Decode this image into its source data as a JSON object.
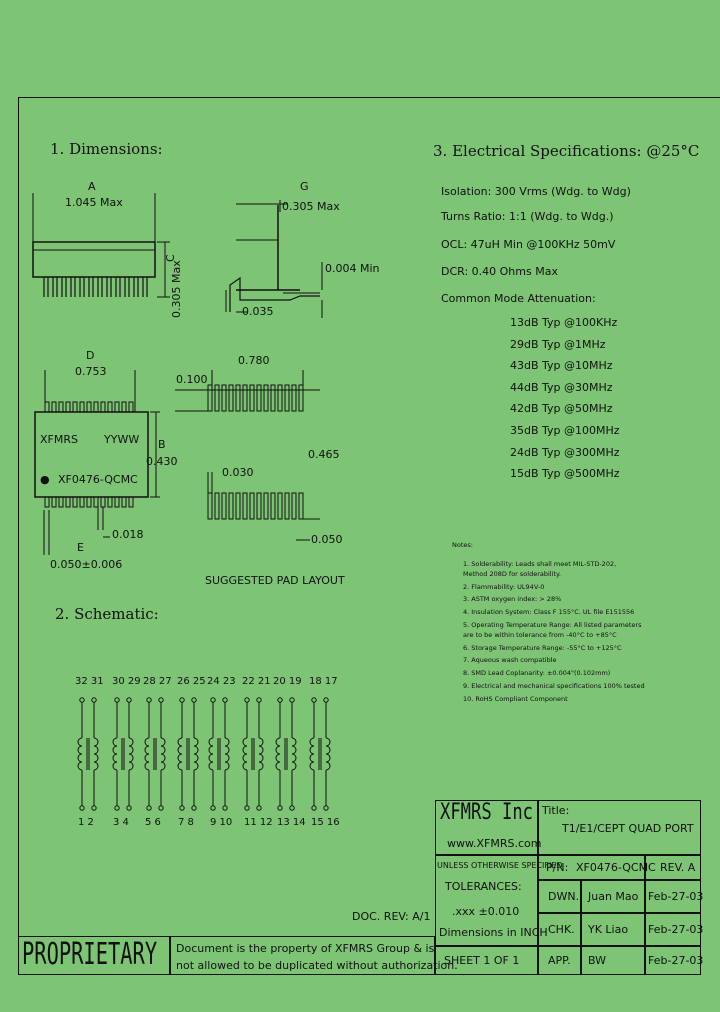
{
  "sections": {
    "dimensions": "1.  Dimensions:",
    "electrical": "3.  Electrical    Specifications: @25°C",
    "schematic": "2.  Schematic:"
  },
  "dims": {
    "A": "A",
    "A_val": "1.045 Max",
    "G": "G",
    "G_val": "0.305 Max",
    "C": "C",
    "C_val": "0.305 Max",
    "min_val": "0.004 Min",
    "lead_val": "0.035",
    "D": "D",
    "D_val": "0.753",
    "B": "B",
    "B_val": "0.430",
    "F_val": "0.018",
    "E": "E",
    "E_val": "0.050±0.006",
    "mark_left": "XFMRS",
    "mark_right": "YYWW",
    "part_mark": "XF0476-QCMC",
    "pad_100": "0.100",
    "pad_780": "0.780",
    "pad_465": "0.465",
    "pad_030": "0.030",
    "pad_050": "0.050",
    "pad_layout": "SUGGESTED PAD LAYOUT"
  },
  "specs": {
    "isolation": "Isolation:  300 Vrms (Wdg. to Wdg)",
    "turns": "Turns Ratio: 1:1 (Wdg. to Wdg.)",
    "ocl": "OCL: 47uH Min @100KHz 50mV",
    "dcr": "DCR: 0.40 Ohms Max",
    "cma_title": "Common Mode Attenuation:",
    "cma": [
      "13dB Typ @100KHz",
      "29dB Typ @1MHz",
      "43dB Typ @10MHz",
      "44dB Typ @30MHz",
      "42dB Typ @50MHz",
      "35dB Typ @100MHz",
      "24dB Typ @300MHz",
      "15dB Typ @500MHz"
    ]
  },
  "notes": {
    "title": "Notes:",
    "items": [
      "1.  Solderability: Leads shall meet MIL-STD-202,",
      "     Method 208D for solderability.",
      "2.  Flammability: UL94V-0",
      "3.  ASTM oxygen index: > 28%",
      "4.  Insulation System: Class F 155°C. UL file E151556",
      "5.  Operating Temperature Range: All listed parameters",
      "     are to be within tolerance from -40°C to +85°C",
      "6.  Storage Temperature Range: -55°C to +125°C",
      "7.  Aqueous wash compatible",
      "8.  SMD Lead Coplanarity: ±0.004\"(0.102mm)",
      "9.  Electrical and mechanical specifications 100% tested",
      "10. RoHS Compliant Component"
    ]
  },
  "schematic": {
    "top_pins": [
      "32 31",
      "30 29",
      "28 27",
      "26 25",
      "24 23",
      "22 21",
      "20 19",
      "18 17"
    ],
    "bottom_pins": [
      "1  2",
      "3  4",
      "5  6",
      "7  8",
      "9  10",
      "11 12",
      "13 14",
      "15 16"
    ]
  },
  "title_block": {
    "company": "XFMRS Inc",
    "website": "www.XFMRS.com",
    "title_label": "Title:",
    "title": "T1/E1/CEPT QUAD PORT",
    "tol_header": "UNLESS OTHERWISE SPECIFIED",
    "tolerances": "TOLERANCES:",
    "tol_value": ".xxx ±0.010",
    "units": "Dimensions in INCH",
    "pn_label": "P/N:",
    "pn": "XF0476-QCMC",
    "rev": "REV. A",
    "dwn_label": "DWN.",
    "dwn_name": "Juan Mao",
    "dwn_date": "Feb-27-03",
    "chk_label": "CHK.",
    "chk_name": "YK Liao",
    "chk_date": "Feb-27-03",
    "app_label": "APP.",
    "app_name": "BW",
    "app_date": "Feb-27-03",
    "sheet": "SHEET  1  OF  1",
    "doc_rev": "DOC. REV: A/1",
    "proprietary": "PROPRIETARY",
    "prop_text_1": "Document is the property of XFMRS Group & is",
    "prop_text_2": "not allowed to be duplicated without authorization."
  }
}
